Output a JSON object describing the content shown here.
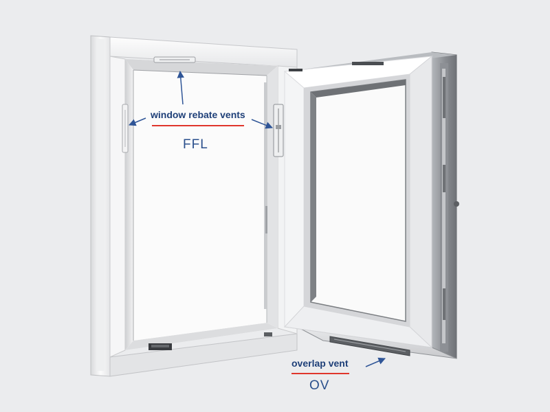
{
  "annotations": {
    "rebate_vents": {
      "label": "window rebate vents",
      "code": "FFL"
    },
    "overlap_vent": {
      "label": "overlap vent",
      "code": "OV"
    }
  },
  "colors": {
    "background": "#ebecee",
    "label_text": "#1e3f78",
    "arrow": "#2f5597",
    "underline": "#e0352b",
    "frame": "#f7f7f7",
    "frame_shadow": "#c9cacc",
    "sash_edge": "#8a8d92"
  }
}
